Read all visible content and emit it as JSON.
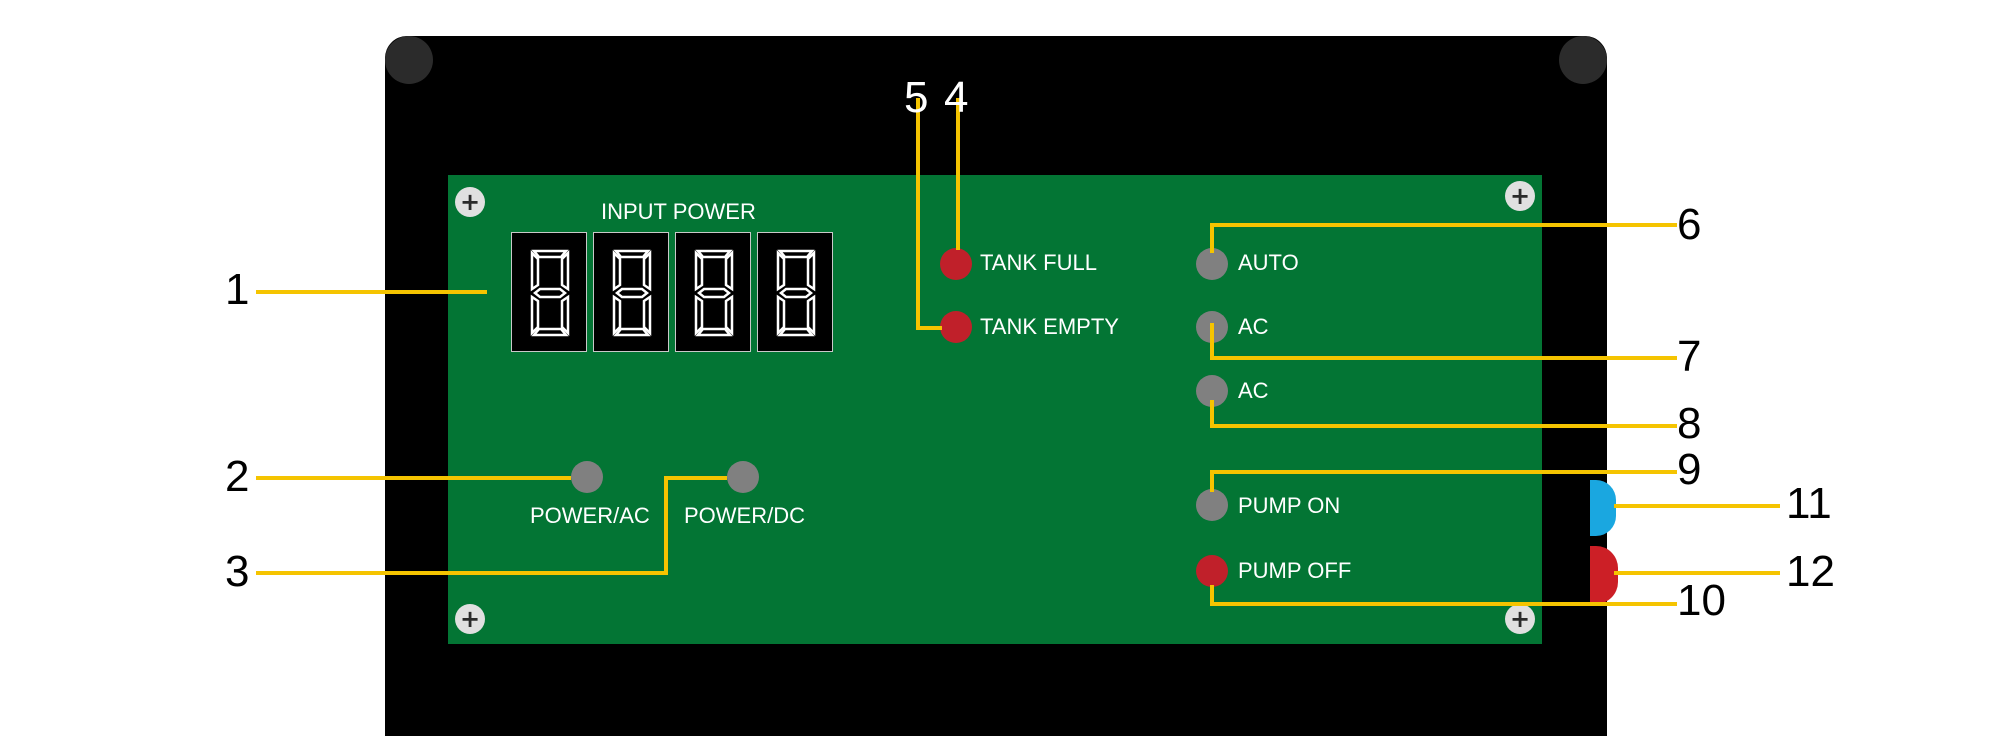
{
  "board": {
    "display_title": "INPUT POWER",
    "display_digits": [
      "8",
      "8",
      "8",
      "8"
    ]
  },
  "indicators": [
    {
      "key": "tank_full",
      "label": "TANK FULL",
      "color": "#c0202a"
    },
    {
      "key": "tank_empty",
      "label": "TANK EMPTY",
      "color": "#c0202a"
    },
    {
      "key": "auto",
      "label": "AUTO",
      "color": "#808080"
    },
    {
      "key": "ac1",
      "label": "AC",
      "color": "#808080"
    },
    {
      "key": "ac2",
      "label": "AC",
      "color": "#808080"
    },
    {
      "key": "pump_on",
      "label": "PUMP ON",
      "color": "#808080"
    },
    {
      "key": "pump_off",
      "label": "PUMP OFF",
      "color": "#c0202a"
    },
    {
      "key": "power_ac",
      "label": "POWER/AC",
      "color": "#808080"
    },
    {
      "key": "power_dc",
      "label": "POWER/DC",
      "color": "#808080"
    }
  ],
  "callouts": [
    "1",
    "2",
    "3",
    "4",
    "5",
    "6",
    "7",
    "8",
    "9",
    "10",
    "11",
    "12"
  ],
  "colors": {
    "panel": "#000000",
    "board": "#037534",
    "leader_line": "#f5c400",
    "side_button_blue": "#1aa7e0",
    "side_button_red": "#cc1f26"
  }
}
